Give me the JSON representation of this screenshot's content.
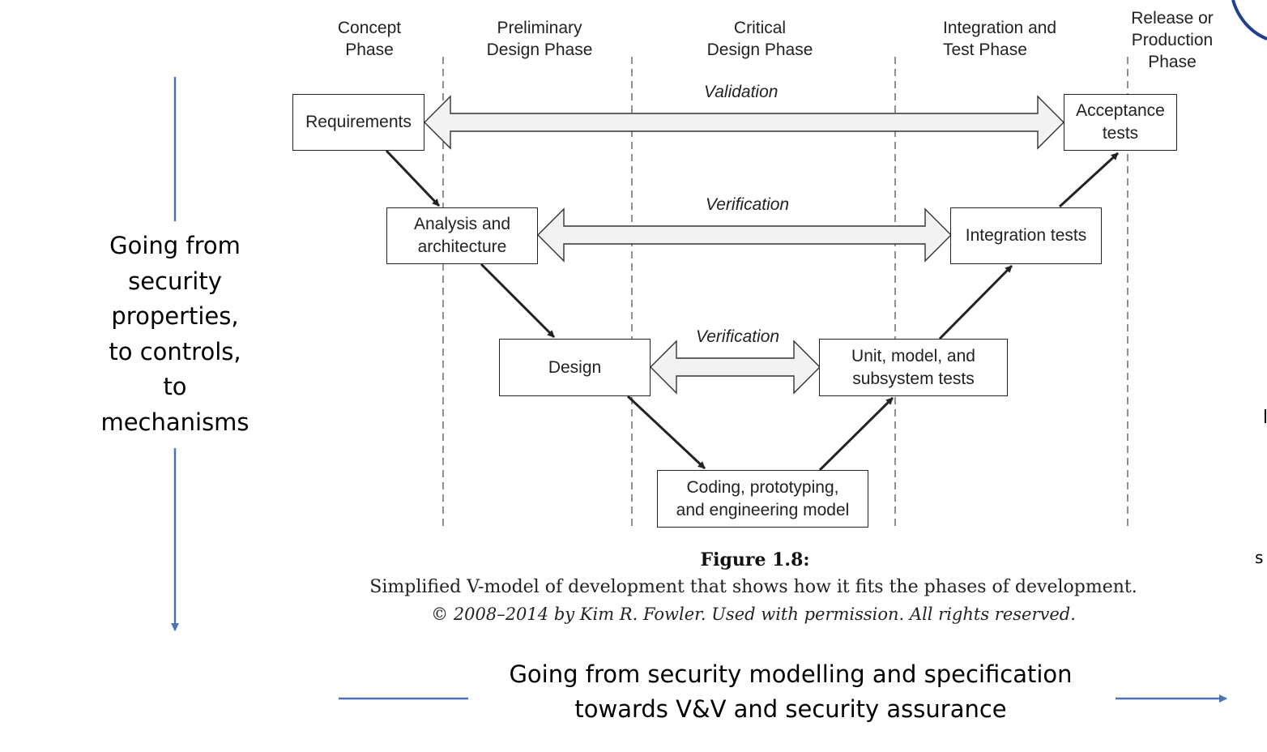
{
  "phases": [
    {
      "label": "Concept\nPhase"
    },
    {
      "label": "Preliminary\nDesign Phase"
    },
    {
      "label": "Critical\nDesign Phase"
    },
    {
      "label": "Integration and\nTest Phase"
    },
    {
      "label": "Release or\nProduction\nPhase"
    }
  ],
  "boxes": {
    "requirements": "Requirements",
    "analysis": "Analysis and\narchitecture",
    "design": "Design",
    "coding": "Coding, prototyping,\nand engineering model",
    "unit_tests": "Unit, model, and\nsubsystem tests",
    "integration_tests": "Integration tests",
    "acceptance_tests": "Acceptance\ntests"
  },
  "links": {
    "validation": "Validation",
    "verification_top": "Verification",
    "verification_bottom": "Verification"
  },
  "figure": {
    "title": "Figure 1.8:",
    "caption": "Simplified V-model of development that shows how it fits the phases of development.",
    "copyright": "© 2008–2014 by Kim R. Fowler. Used with permission. All rights reserved."
  },
  "annotations": {
    "left": "Going from\nsecurity\nproperties,\nto controls,\nto\nmechanisms",
    "bottom": "Going from security modelling and specification\ntowards V&V and security assurance",
    "right_edge_fragment": "s"
  },
  "colors": {
    "annotation_arrow": "#4a72b8",
    "diagram_line": "#222222",
    "double_arrow_fill": "#f2f2f2"
  }
}
